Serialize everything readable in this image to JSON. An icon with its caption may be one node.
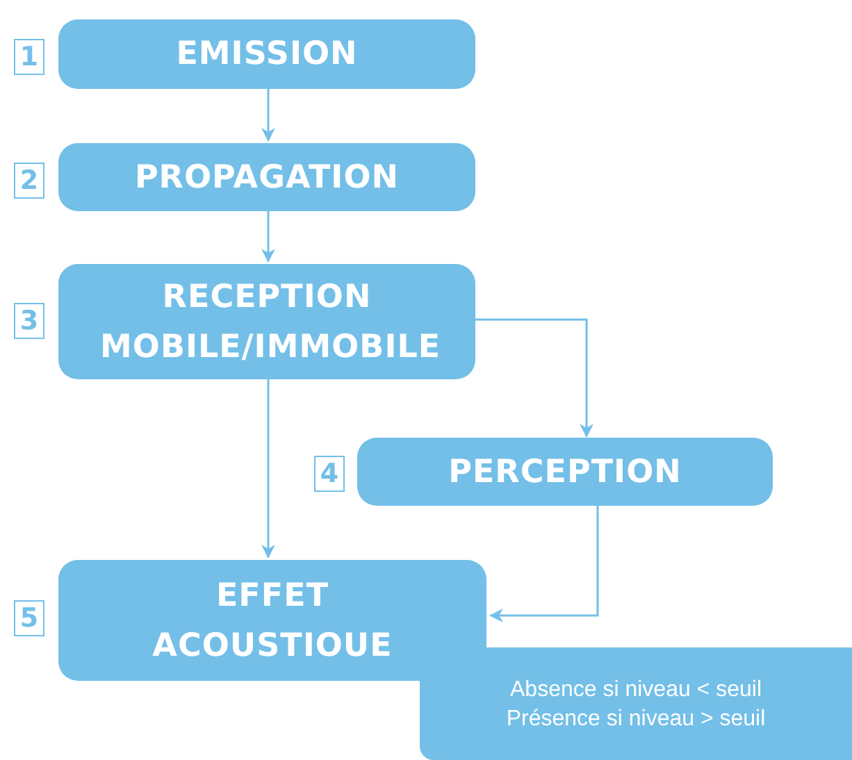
{
  "diagram": {
    "nodes": [
      {
        "text": [
          "EMISSION"
        ],
        "beside": [
          "1"
        ]
      },
      {
        "text": [
          "PROPAGATION"
        ],
        "beside": [
          "2"
        ]
      },
      {
        "text": [
          "RECEPTION MOBILE/IMMOBILE"
        ],
        "beside": [
          "3"
        ]
      },
      {
        "text": [
          "PERCEPTION"
        ],
        "beside": [
          "4"
        ]
      },
      {
        "text": [
          "EFFET ACOUSTIOUE"
        ],
        "beside": [
          "5"
        ]
      },
      {
        "text": [
          "Absence si niveau < seuil",
          "Présence si niveau > seuil"
        ]
      }
    ],
    "edges": [
      {
        "from": 0,
        "to": 1,
        "arrow": "to"
      },
      {
        "from": 1,
        "to": 2,
        "arrow": "to"
      },
      {
        "from": 2,
        "to": 3,
        "arrow": "to"
      },
      {
        "from": 2,
        "to": 4,
        "arrow": "to"
      },
      {
        "from": 3,
        "to": 4,
        "arrow": "to"
      }
    ]
  }
}
